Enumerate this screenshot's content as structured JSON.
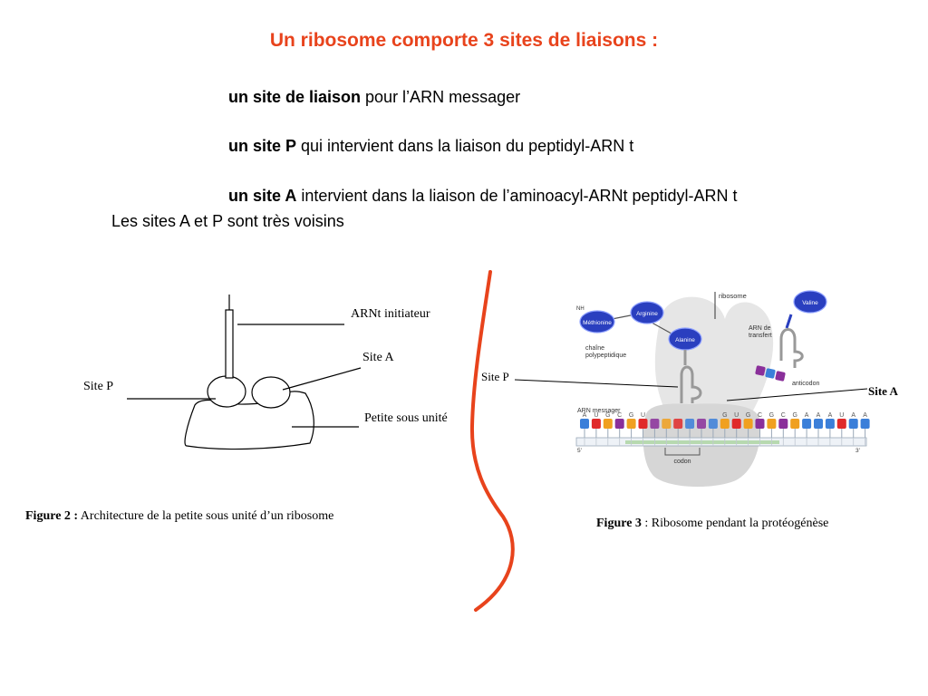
{
  "title": "Un ribosome comporte 3 sites de liaisons :",
  "items": [
    {
      "bold": "un site de liaison",
      "text": " pour l’ARN messager"
    },
    {
      "bold": "un site P",
      "text": " qui intervient dans la liaison du peptidyl-ARN t"
    },
    {
      "bold": "un site A",
      "text": " intervient dans la liaison de l’aminoacyl-ARNt peptidyl-ARN t"
    }
  ],
  "note": "Les sites A et P sont très voisins",
  "figure2": {
    "labels": {
      "arnt": "ARNt initiateur",
      "site_a": "Site A",
      "site_p": "Site P",
      "petite": "Petite sous unité"
    },
    "caption_bold": "Figure 2 :",
    "caption_text": " Architecture de la petite sous unité d’un ribosome"
  },
  "figure3": {
    "site_p": "Site P",
    "site_a": "Site A",
    "caption_bold": "Figure 3",
    "caption_text": " : Ribosome pendant la protéogénèse",
    "ribosome": "ribosome",
    "nh2": "NH",
    "aa_methionine": "Méthionine",
    "aa_arginine": "Arginine",
    "aa_alanine": "Alanine",
    "aa_valine": "Valine",
    "chain_line1": "chaîne",
    "chain_line2": "polypeptidique",
    "trna_line1": "ARN de",
    "trna_line2": "transfert",
    "anticodon": "anticodon",
    "mrna": "ARN messager",
    "codon": "codon",
    "five": "5'",
    "three": "3'",
    "bases": [
      "A",
      "U",
      "G",
      "C",
      "G",
      "U",
      "",
      "",
      "",
      "",
      "",
      "",
      "G",
      "U",
      "G",
      "C",
      "G",
      "C",
      "G",
      "A",
      "A",
      "A",
      "U",
      "A",
      "A"
    ],
    "colors": {
      "A": "#3b7fd9",
      "U": "#e02a2a",
      "G": "#f0a020",
      "C": "#8a2f9a",
      "amino": "#2a3fbf",
      "accent": "#e8431c"
    }
  }
}
